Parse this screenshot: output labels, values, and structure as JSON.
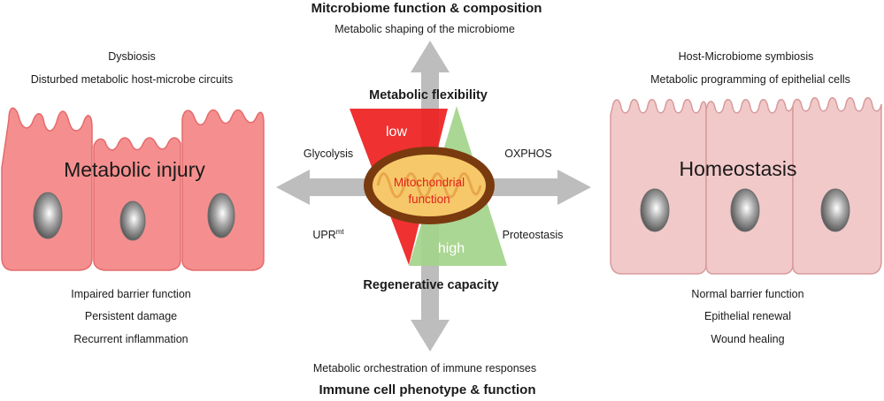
{
  "top": {
    "title": "Mitcrobiome function & composition",
    "subtitle": "Metabolic shaping of the microbiome"
  },
  "bottom": {
    "title": "Immune cell phenotype & function",
    "subtitle": "Metabolic orchestration of immune responses"
  },
  "left_panel": {
    "top_lines": [
      "Dysbiosis",
      "Disturbed metabolic host-microbe circuits"
    ],
    "label": "Metabolic injury",
    "bottom_lines": [
      "Impaired barrier function",
      "Persistent damage",
      "Recurrent inflammation"
    ]
  },
  "right_panel": {
    "top_lines": [
      "Host-Microbiome symbiosis",
      "Metabolic programming of epithelial cells"
    ],
    "label": "Homeostasis",
    "bottom_lines": [
      "Normal barrier function",
      "Epithelial renewal",
      "Wound healing"
    ]
  },
  "center": {
    "metabolic_flexibility": "Metabolic flexibility",
    "regenerative_capacity": "Regenerative capacity",
    "low": "low",
    "high": "high",
    "mito_line1": "Mitochondrial",
    "mito_line2": "function",
    "glycolysis": "Glycolysis",
    "oxphos": "OXPHOS",
    "upr": "UPR",
    "upr_sup": "mt",
    "proteostasis": "Proteostasis"
  },
  "colors": {
    "injury_cell": "#f58f8f",
    "homeostasis_cell": "#f2c9c9",
    "red_triangle": "#ee2020",
    "green_triangle": "#a3d48a",
    "mito_outer": "#7a3a0f",
    "mito_inner": "#f6c869",
    "mito_text": "#e3201b",
    "arrow": "#bdbdbd"
  }
}
